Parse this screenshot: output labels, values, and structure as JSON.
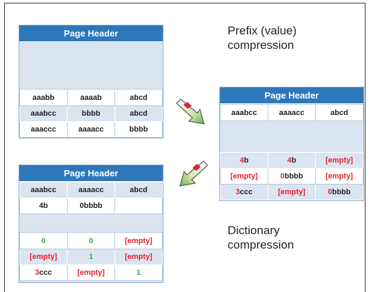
{
  "original": {
    "header": "Page Header",
    "rows": [
      [
        "aaabb",
        "aaaab",
        "abcd"
      ],
      [
        "aaabcc",
        "bbbb",
        "abcd"
      ],
      [
        "aaaccc",
        "aaaacc",
        "bbbb"
      ]
    ]
  },
  "prefix": {
    "label_line1": "Prefix (value)",
    "label_line2": "compression",
    "header": "Page Header",
    "prefix_row": [
      "aaabcc",
      "aaaacc",
      "abcd"
    ],
    "rows": [
      [
        {
          "hl": "4",
          "rest": "b"
        },
        {
          "hl": "4",
          "rest": "b"
        },
        {
          "hl": "[empty]",
          "rest": ""
        }
      ],
      [
        {
          "hl": "[empty]",
          "rest": ""
        },
        {
          "hl": "0",
          "rest": "bbbb"
        },
        {
          "hl": "[empty]",
          "rest": ""
        }
      ],
      [
        {
          "hl": "3",
          "rest": "ccc"
        },
        {
          "hl": "[empty]",
          "rest": ""
        },
        {
          "hl": "0",
          "rest": "bbbb"
        }
      ]
    ]
  },
  "dictionary": {
    "label_line1": "Dictionary",
    "label_line2": "compression",
    "header": "Page Header",
    "prefix_row": [
      "aaabcc",
      "aaaacc",
      "abcd"
    ],
    "dict_row": [
      "4b",
      "0bbbb",
      ""
    ],
    "rows": [
      [
        {
          "text": "0",
          "c": "grn"
        },
        {
          "text": "0",
          "c": "grn"
        },
        {
          "text": "[empty]",
          "c": "red"
        }
      ],
      [
        {
          "text": "[empty]",
          "c": "red"
        },
        {
          "text": "1",
          "c": "grn"
        },
        {
          "text": "[empty]",
          "c": "red"
        }
      ],
      [
        {
          "hl": "3",
          "rest": "ccc"
        },
        {
          "text": "[empty]",
          "c": "red"
        },
        {
          "text": "1",
          "c": "grn"
        }
      ]
    ]
  },
  "icons": [
    "arrow-icon-1",
    "arrow-icon-2"
  ],
  "colors": {
    "header": "#2e78b9",
    "body": "#dbe5f1",
    "red": "#e8202a",
    "green": "#2ab04a"
  }
}
